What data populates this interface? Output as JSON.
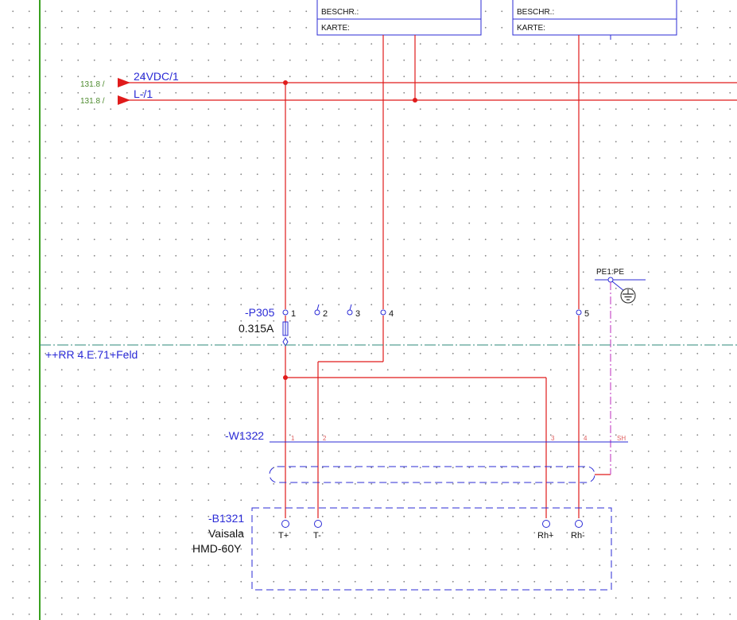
{
  "title_blocks": [
    {
      "label_beschr": "BESCHR.:",
      "label_karte": "KARTE:"
    },
    {
      "label_beschr": "BESCHR.:",
      "label_karte": "KARTE:"
    }
  ],
  "supply": {
    "line1": {
      "ref": "131.8 /",
      "label": "24VDC/1"
    },
    "line2": {
      "ref": "131.8 /",
      "label": "L-/1"
    }
  },
  "terminal": {
    "tag": "-P305",
    "fuse_rating": "0.315A",
    "pins": [
      "1",
      "2",
      "3",
      "4",
      "5"
    ]
  },
  "pe": {
    "label": "PE1:PE"
  },
  "location": {
    "label": "++RR 4.E.71+Feld"
  },
  "cable": {
    "tag": "-W1322",
    "conductors": [
      "1",
      "2",
      "3",
      "4",
      "SH"
    ]
  },
  "device": {
    "tag": "-B1321",
    "manufacturer": "Vaisala",
    "model": "HMD-60Y",
    "pins": [
      "T+",
      "T-",
      "Rh+",
      "Rh-"
    ]
  },
  "colors": {
    "wire": "#e01b1b",
    "blue": "#2b2bd6",
    "green_rail": "#39a020",
    "location_line": "#2d8a7a",
    "shield": "#c94fc9",
    "ref_text": "#4d8a2e"
  }
}
